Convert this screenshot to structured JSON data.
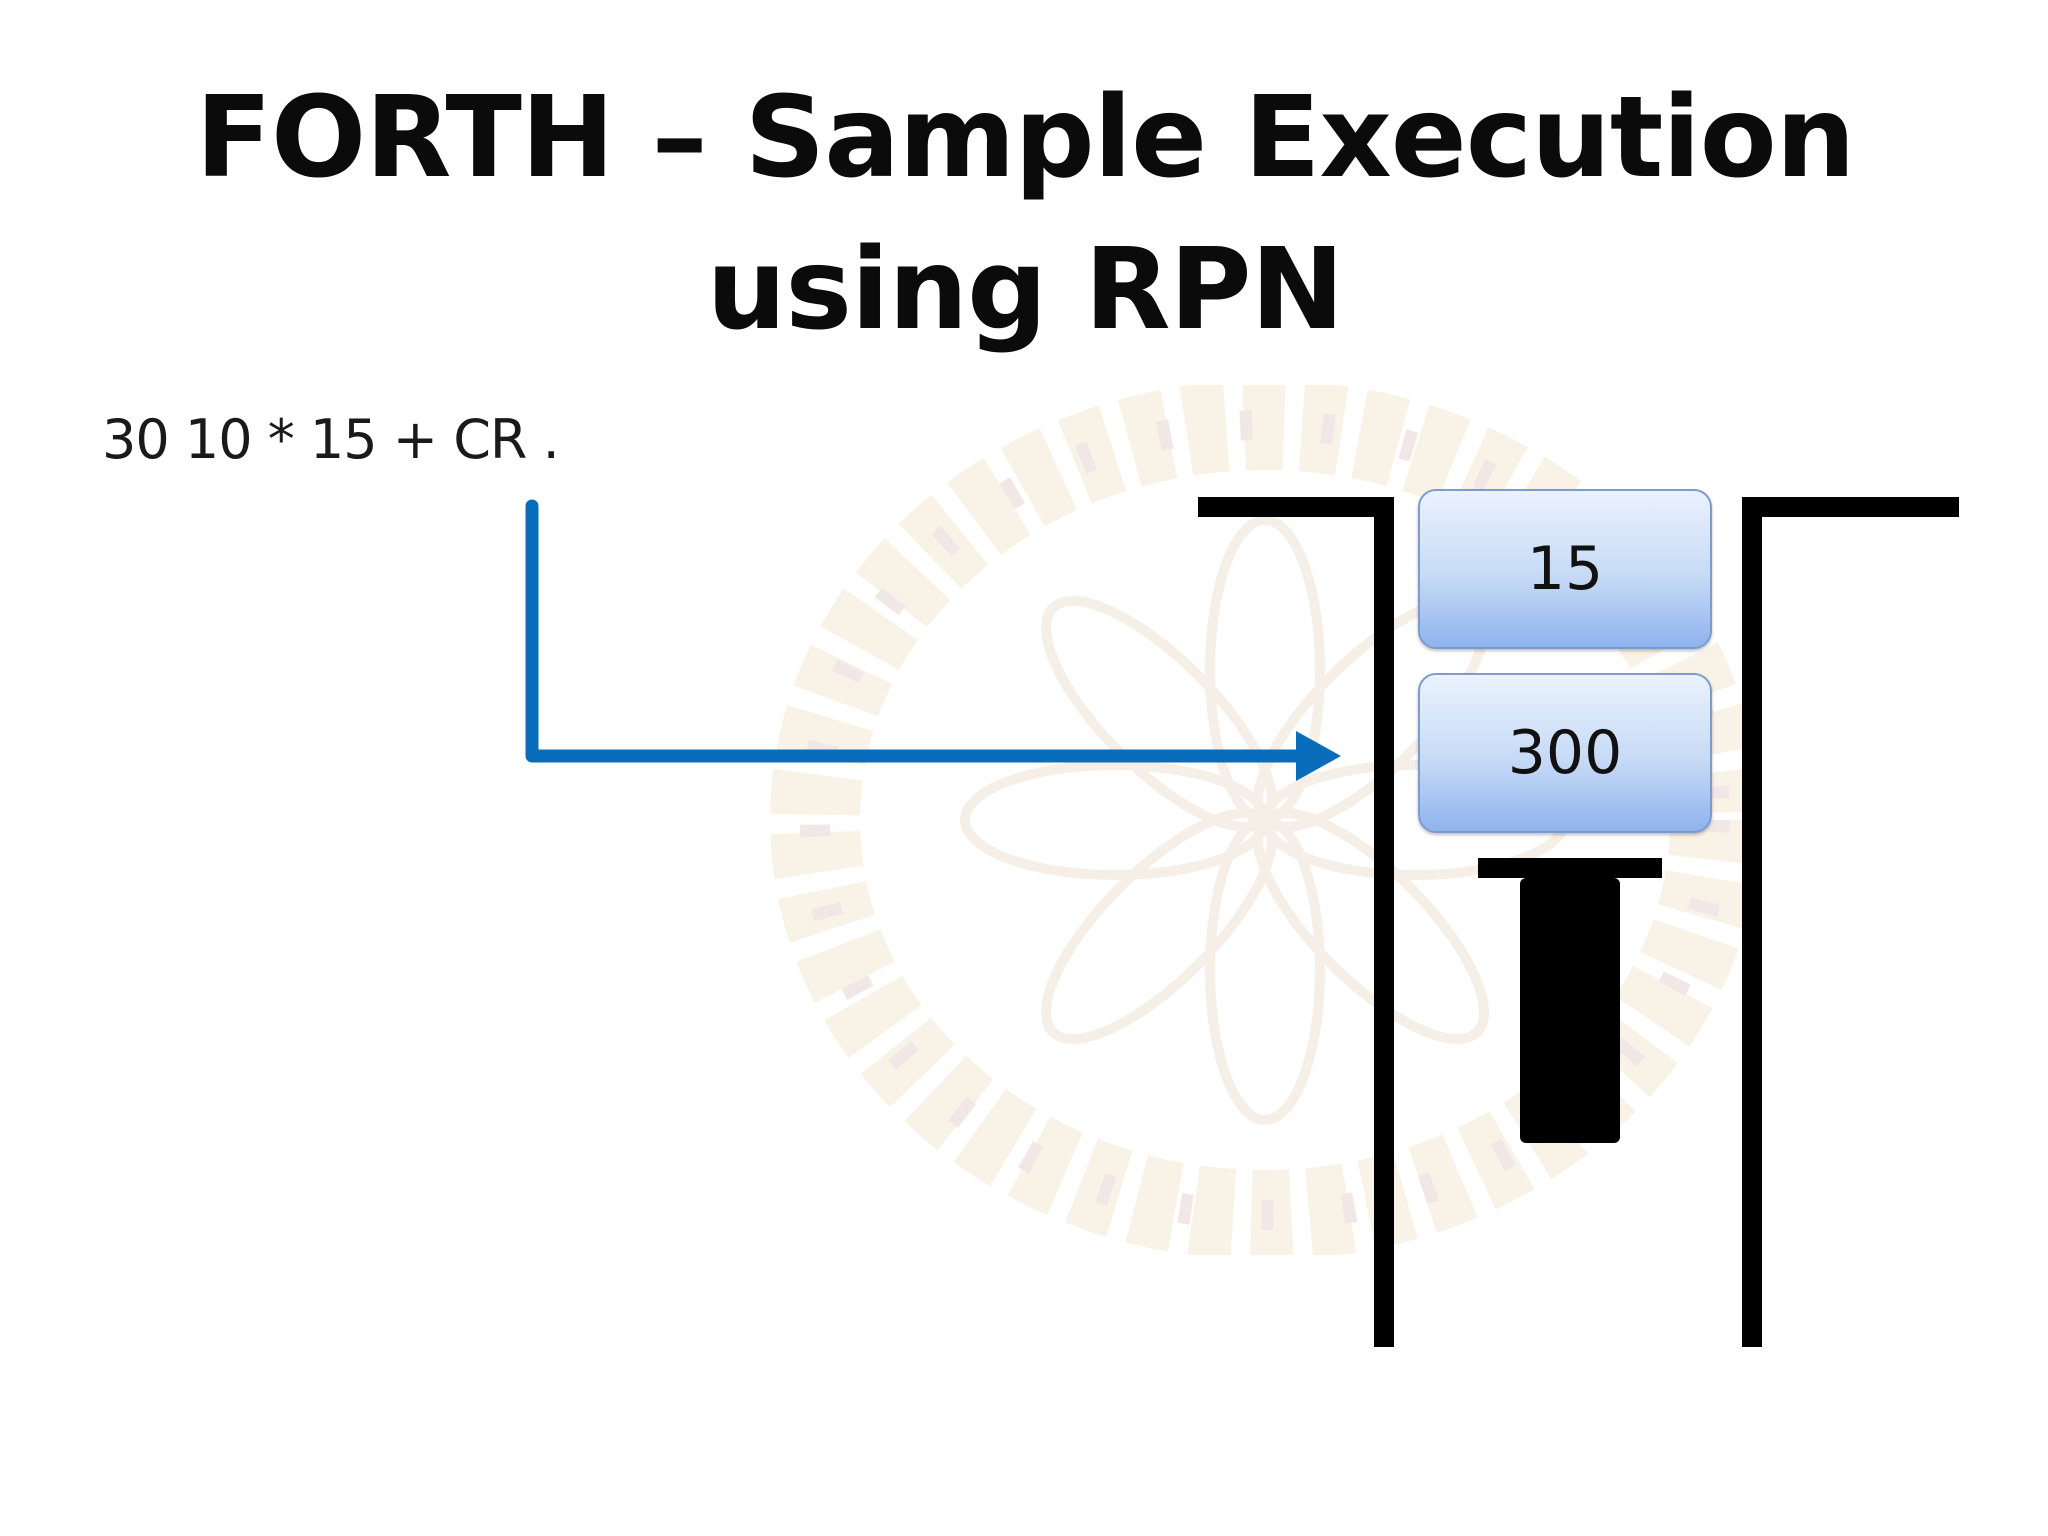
{
  "slide": {
    "title": "FORTH – Sample Execution using RPN"
  },
  "expression": "30 10 * 15 + CR .",
  "stack": {
    "cells": [
      {
        "value": "15"
      },
      {
        "value": "300"
      }
    ]
  },
  "colors": {
    "arrow": "#0a6dbc",
    "stack_walls": "#000000",
    "cell_fill_top": "#eaf2fd",
    "cell_fill_bottom": "#8fb3ee",
    "cell_border": "#7c9ccc"
  },
  "icons": {
    "pointer": "stack-pointer-icon",
    "arrow": "flow-arrow-icon",
    "watermark": "flower-wheel-watermark-icon"
  }
}
